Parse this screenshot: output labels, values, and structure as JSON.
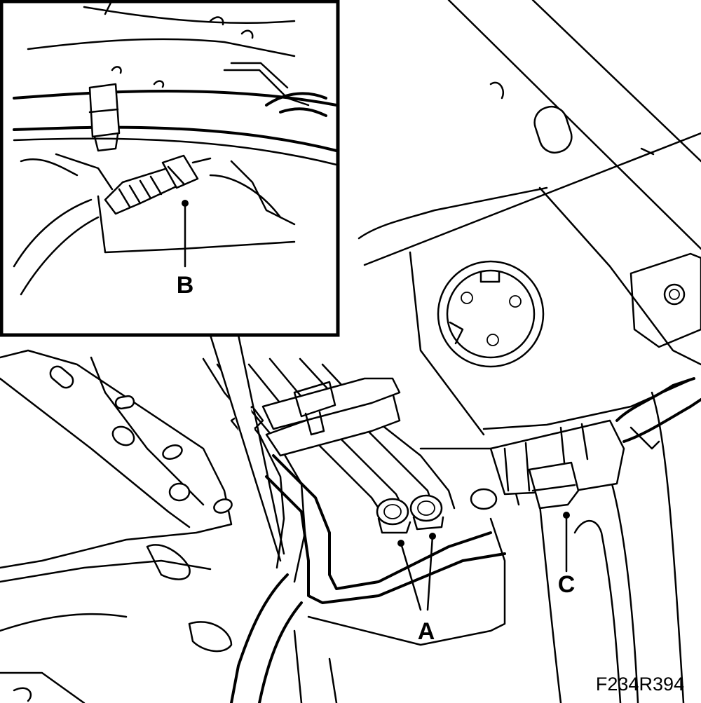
{
  "callouts": {
    "a": "A",
    "b": "B",
    "c": "C"
  },
  "figure_id": "F234R394"
}
